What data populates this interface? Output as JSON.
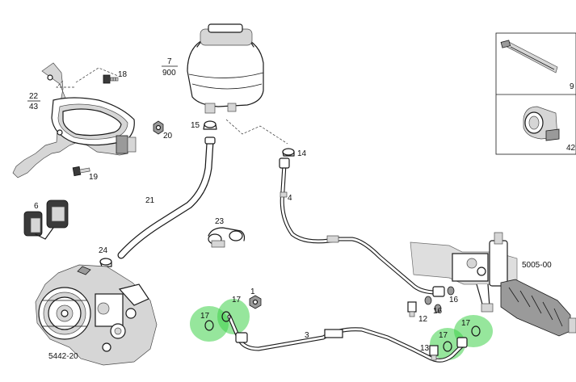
{
  "diagram": {
    "callouts": {
      "c1": "1",
      "c3": "3",
      "c4": "4",
      "c6": "6",
      "c7_num": "7",
      "c7_den": "900",
      "c9": "9",
      "c12": "12",
      "c13": "13",
      "c14": "14",
      "c15": "15",
      "c16a": "16",
      "c16b": "16",
      "c17a": "17",
      "c17b": "17",
      "c17c": "17",
      "c17d": "17",
      "c18": "18",
      "c19": "19",
      "c20": "20",
      "c21": "21",
      "c22_num": "22",
      "c22_den": "43",
      "c23": "23",
      "c24": "24",
      "c42": "42",
      "ref_gear": "5005-00",
      "ref_pump": "5442-20"
    },
    "highlight_color": "#3fd24a"
  }
}
